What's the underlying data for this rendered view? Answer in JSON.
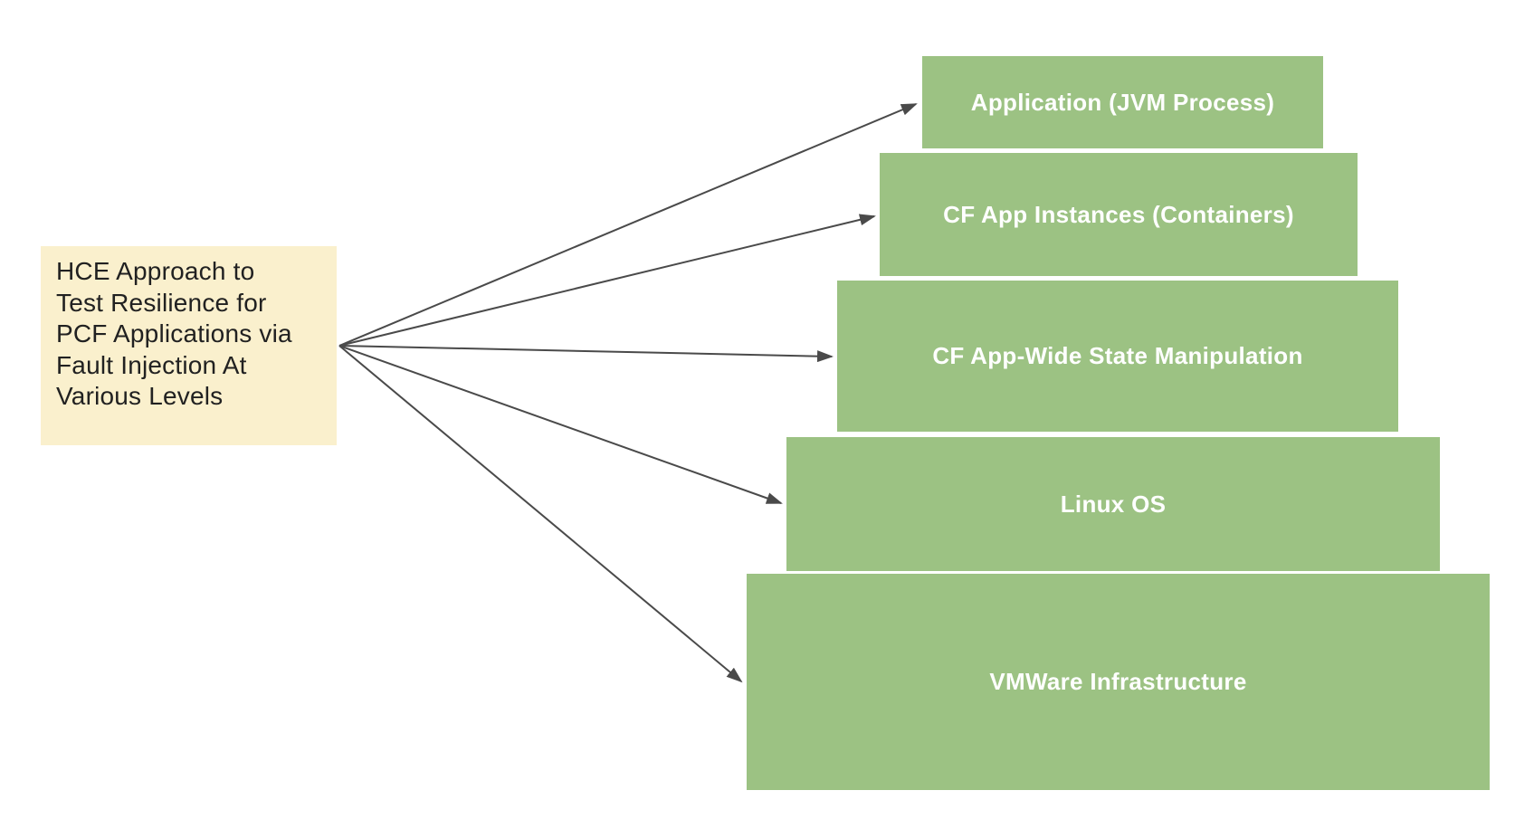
{
  "diagram": {
    "source_box": {
      "text": "HCE Approach to\nTest Resilience for\nPCF Applications via\nFault Injection At\nVarious Levels"
    },
    "levels": [
      {
        "label": "Application (JVM Process)"
      },
      {
        "label": "CF App Instances (Containers)"
      },
      {
        "label": "CF App-Wide State Manipulation"
      },
      {
        "label": "Linux OS"
      },
      {
        "label": "VMWare Infrastructure"
      }
    ],
    "colors": {
      "background": "#FFFFFF",
      "source_box_bg": "#FAF0CD",
      "source_box_text": "#212121",
      "level_box_bg": "#9CC283",
      "level_box_text": "#FFFFFF",
      "arrow": "#4A4A4A"
    }
  }
}
